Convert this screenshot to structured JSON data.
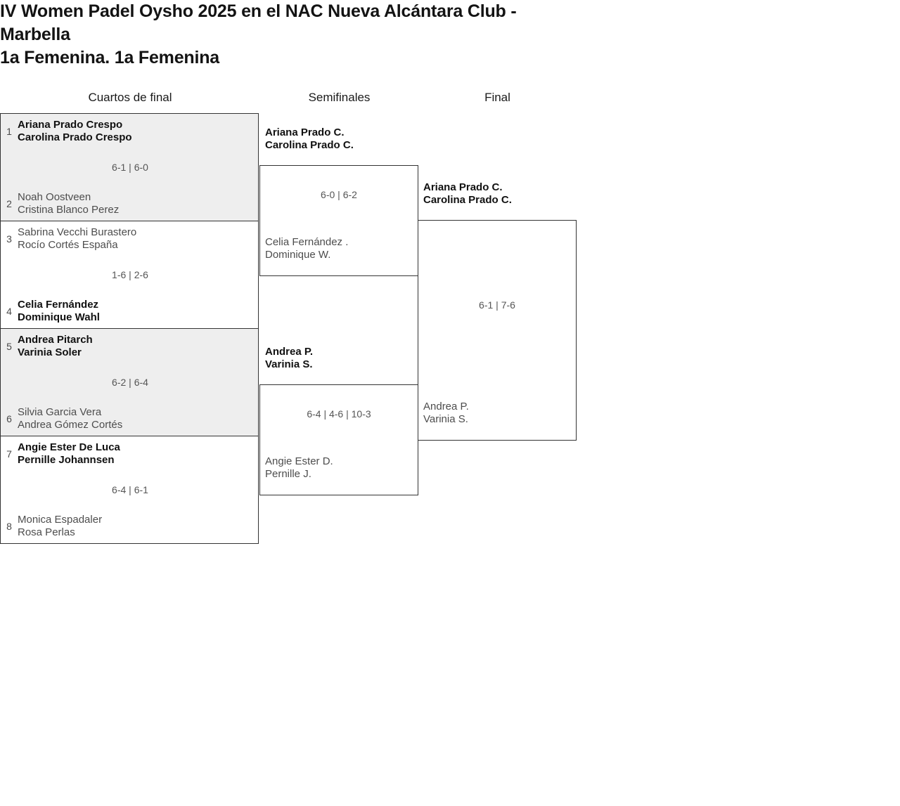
{
  "header": {
    "title": "IV Women Padel Oysho 2025 en el NAC Nueva Alcántara Club - Marbella",
    "subtitle": "1a Femenina. 1a Femenina"
  },
  "rounds": {
    "quarterfinals_label": "Cuartos de final",
    "semifinals_label": "Semifinales",
    "final_label": "Final"
  },
  "bracket": {
    "quarterfinals": [
      {
        "score": "6-1 | 6-0",
        "top": {
          "seed": "1",
          "player1": "Ariana Prado Crespo",
          "player2": "Carolina Prado Crespo",
          "result": "winner"
        },
        "bottom": {
          "seed": "2",
          "player1": "Noah Oostveen",
          "player2": "Cristina Blanco Perez",
          "result": "loser"
        }
      },
      {
        "score": "1-6 | 2-6",
        "top": {
          "seed": "3",
          "player1": "Sabrina Vecchi Burastero",
          "player2": "Rocío Cortés España",
          "result": "loser"
        },
        "bottom": {
          "seed": "4",
          "player1": "Celia Fernández",
          "player2": "Dominique Wahl",
          "result": "winner"
        }
      },
      {
        "score": "6-2 | 6-4",
        "top": {
          "seed": "5",
          "player1": "Andrea Pitarch",
          "player2": "Varinia Soler",
          "result": "winner"
        },
        "bottom": {
          "seed": "6",
          "player1": "Silvia Garcia Vera",
          "player2": "Andrea Gómez Cortés",
          "result": "loser"
        }
      },
      {
        "score": "6-4 | 6-1",
        "top": {
          "seed": "7",
          "player1": "Angie Ester De Luca",
          "player2": "Pernille Johannsen",
          "result": "winner"
        },
        "bottom": {
          "seed": "8",
          "player1": "Monica Espadaler",
          "player2": "Rosa Perlas",
          "result": "loser"
        }
      }
    ],
    "semifinals": [
      {
        "score": "6-0 | 6-2",
        "top": {
          "player1": "Ariana Prado C.",
          "player2": "Carolina Prado C.",
          "result": "winner"
        },
        "bottom": {
          "player1": "Celia Fernández .",
          "player2": "Dominique W.",
          "result": "loser"
        }
      },
      {
        "score": "6-4 | 4-6 | 10-3",
        "top": {
          "player1": "Andrea P.",
          "player2": "Varinia S.",
          "result": "winner"
        },
        "bottom": {
          "player1": "Angie Ester D.",
          "player2": "Pernille J.",
          "result": "loser"
        }
      }
    ],
    "final": {
      "score": "6-1 | 7-6",
      "top": {
        "player1": "Ariana Prado C.",
        "player2": "Carolina Prado C.",
        "result": "winner"
      },
      "bottom": {
        "player1": "Andrea P.",
        "player2": "Varinia S.",
        "result": "loser"
      }
    }
  },
  "colors": {
    "shaded_row_bg": "#eeeeee",
    "border": "#333333",
    "winner_text": "#111111",
    "loser_text": "#4d4d4d",
    "score_text": "#555555"
  }
}
